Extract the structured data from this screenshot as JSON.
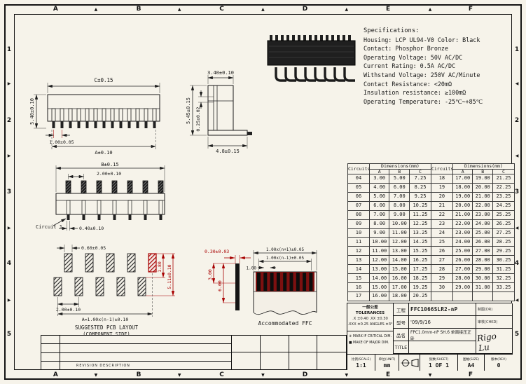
{
  "colors": {
    "accent_red": "#a80000",
    "line": "#1a1a1a",
    "paper": "#f6f3ea"
  },
  "frame": {
    "top_letters": [
      "A",
      "B",
      "C",
      "D",
      "E",
      "F"
    ],
    "bottom_letters": [
      "A",
      "B",
      "C",
      "D",
      "E",
      "F"
    ],
    "left_numbers": [
      "1",
      "2",
      "3",
      "4",
      "5"
    ],
    "right_numbers": [
      "1",
      "2",
      "3",
      "4",
      "5"
    ],
    "tick_up": "▲",
    "tick_down": "▼",
    "tick_left": "◀",
    "tick_right": "▶"
  },
  "specs": {
    "title": "Specifications:",
    "lines": [
      "Housing: LCP UL94-V0 Color: Black",
      "Contact: Phosphor Bronze",
      "Operating Voltage: 50V AC/DC",
      "Current Rating: 0.5A AC/DC",
      "Withstand Voltage: 250V AC/Minute",
      "Contact Resistance: <20mΩ",
      "Insulation resistance: ≥100mΩ",
      "Operating Temperature: -25℃~+85℃"
    ]
  },
  "front_view": {
    "dim_top": "C±0.15",
    "dim_height": "5.40±0.10",
    "dim_pitch": "1.00±0.05",
    "dim_span": "A±0.10"
  },
  "side_view": {
    "dim_top": "3.40±0.10",
    "dim_height": "5.45±0.15",
    "dim_gap": "0.25±0.02",
    "dim_bottom": "4.8±0.15"
  },
  "rear_view": {
    "dim_top": "B±0.15",
    "dim_pitch": "2.00±0.10",
    "circuit_label": "Circuit 1",
    "dim_pin": "0.40±0.10"
  },
  "pcb_layout": {
    "dim_pad": "0.60±0.05",
    "dim_offset": "1.80",
    "dim_height": "5.11±0.10",
    "dim_pitch": "2.00±0.10",
    "dim_span": "A=1.00x(n-1)±0.10",
    "caption1": "SUGGESTED PCB LAYOUT",
    "caption2": "(COMPONENT SIDE)"
  },
  "ffc_view": {
    "dim_thickness": "0.30±0.03",
    "dim_depth1": "3.00",
    "dim_depth2": "6.00",
    "dim_total": "1.00x(n+1)±0.05",
    "dim_cond": "1.00x(n-1)±0.05",
    "dim_pitch": "1.00",
    "caption": "Accommodated FFC"
  },
  "table": {
    "header_circuits": "Circuits",
    "header_dims": "Dimensions(mm)",
    "col_a": "A",
    "col_b": "B",
    "col_c": "C",
    "rows": [
      {
        "c1": "04",
        "a1": "3.00",
        "b1": "5.00",
        "d1": "7.25",
        "c2": "18",
        "a2": "17.00",
        "b2": "19.00",
        "d2": "21.25"
      },
      {
        "c1": "05",
        "a1": "4.00",
        "b1": "6.00",
        "d1": "8.25",
        "c2": "19",
        "a2": "18.00",
        "b2": "20.00",
        "d2": "22.25"
      },
      {
        "c1": "06",
        "a1": "5.00",
        "b1": "7.00",
        "d1": "9.25",
        "c2": "20",
        "a2": "19.00",
        "b2": "21.00",
        "d2": "23.25"
      },
      {
        "c1": "07",
        "a1": "6.00",
        "b1": "8.00",
        "d1": "10.25",
        "c2": "21",
        "a2": "20.00",
        "b2": "22.00",
        "d2": "24.25"
      },
      {
        "c1": "08",
        "a1": "7.00",
        "b1": "9.00",
        "d1": "11.25",
        "c2": "22",
        "a2": "21.00",
        "b2": "23.00",
        "d2": "25.25"
      },
      {
        "c1": "09",
        "a1": "8.00",
        "b1": "10.00",
        "d1": "12.25",
        "c2": "23",
        "a2": "22.00",
        "b2": "24.00",
        "d2": "26.25"
      },
      {
        "c1": "10",
        "a1": "9.00",
        "b1": "11.00",
        "d1": "13.25",
        "c2": "24",
        "a2": "23.00",
        "b2": "25.00",
        "d2": "27.25"
      },
      {
        "c1": "11",
        "a1": "10.00",
        "b1": "12.00",
        "d1": "14.25",
        "c2": "25",
        "a2": "24.00",
        "b2": "26.00",
        "d2": "28.25"
      },
      {
        "c1": "12",
        "a1": "11.00",
        "b1": "13.00",
        "d1": "15.25",
        "c2": "26",
        "a2": "25.00",
        "b2": "27.00",
        "d2": "29.25"
      },
      {
        "c1": "13",
        "a1": "12.00",
        "b1": "14.00",
        "d1": "16.25",
        "c2": "27",
        "a2": "26.00",
        "b2": "28.00",
        "d2": "30.25"
      },
      {
        "c1": "14",
        "a1": "13.00",
        "b1": "15.00",
        "d1": "17.25",
        "c2": "28",
        "a2": "27.00",
        "b2": "29.00",
        "d2": "31.25"
      },
      {
        "c1": "15",
        "a1": "14.00",
        "b1": "16.00",
        "d1": "18.25",
        "c2": "29",
        "a2": "28.00",
        "b2": "30.00",
        "d2": "32.25"
      },
      {
        "c1": "16",
        "a1": "15.00",
        "b1": "17.00",
        "d1": "19.25",
        "c2": "30",
        "a2": "29.00",
        "b2": "31.00",
        "d2": "33.25"
      },
      {
        "c1": "17",
        "a1": "16.00",
        "b1": "18.00",
        "d1": "20.25",
        "c2": "",
        "a2": "",
        "b2": "",
        "d2": ""
      }
    ]
  },
  "title_block": {
    "tol_title": "一般公差 TOLERANCES",
    "tol_line1": ".X ±0.40  .XX ±0.30",
    "tol_line2": ".XXX ±0.25  ANGLES ±3°",
    "mark1": "③ MARK IF CRITICAL DIM.",
    "mark2": "■ MAKE OF MAJOR DIM.",
    "row1_label": "工程",
    "row1_value": "FFC1066SLR2-nP",
    "row2_label": "型号",
    "row2_value": "'09/9/16",
    "row3_label": "品名",
    "row3_value": "FPC1.0mm-nP SH.6 单面接压正卧",
    "row4_label": "TITLE",
    "row4_value": "",
    "sig_label1": "制图(DR)",
    "sig_label2": "审核(CHKD)",
    "signature": "Rigo Lu",
    "scale_label": "比例(SCALE)",
    "scale_value": "1:1",
    "unit_label": "单位(UNIT)",
    "unit_value": "mm",
    "sheet_label": "张数(SHEET)",
    "sheet_value": "1 OF 1",
    "size_label": "图幅(SIZE)",
    "size_value": "A4",
    "rev_label": "版本(REV)",
    "rev_value": "0"
  },
  "revision_strip": {
    "label": "REVISION DESCRIPTION"
  }
}
